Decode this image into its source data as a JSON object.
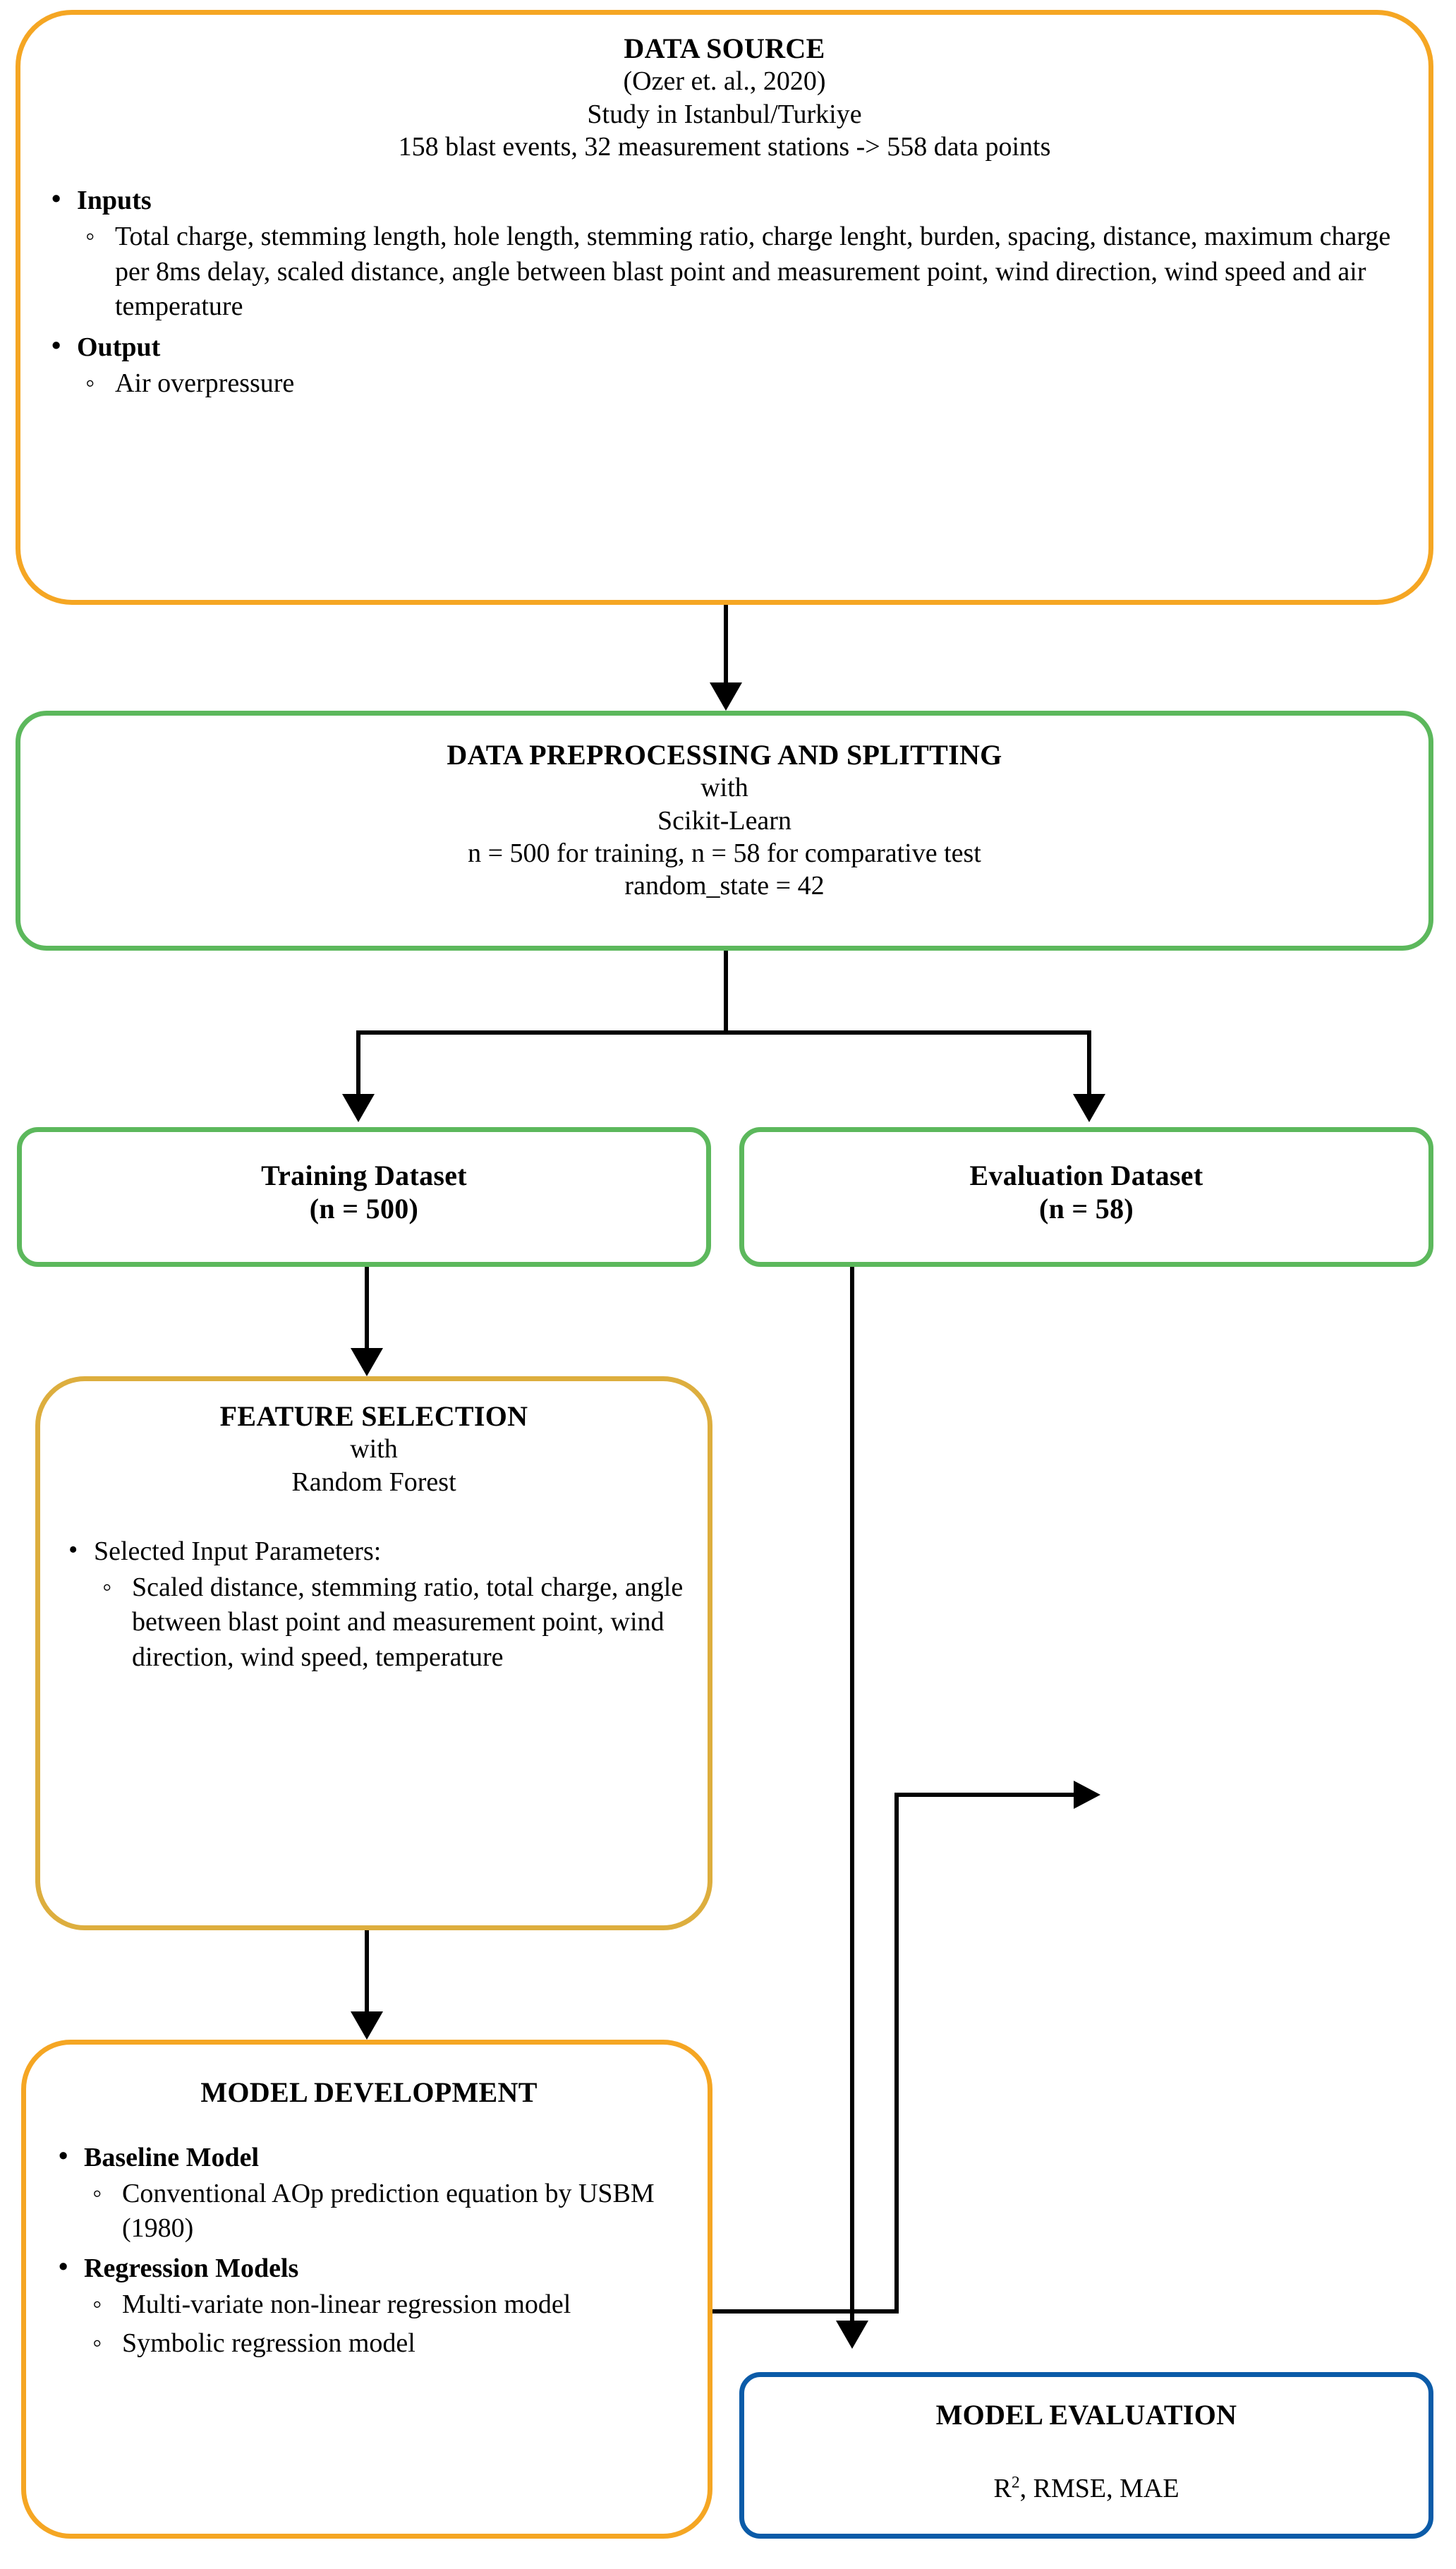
{
  "colors": {
    "orange_strong": "#F5A623",
    "orange_soft": "#DDAE3E",
    "green": "#5CB85C",
    "blue": "#0B5BA8",
    "connector": "#000000",
    "background": "#FFFFFF"
  },
  "data_source": {
    "title": "DATA SOURCE",
    "citation": "(Ozer et. al., 2020)",
    "location": "Study in Istanbul/Turkiye",
    "counts": "158 blast events, 32 measurement stations -> 558 data points",
    "inputs_label": "Inputs",
    "inputs_detail": "Total charge, stemming length, hole length, stemming ratio, charge lenght, burden, spacing, distance, maximum charge per 8ms delay, scaled distance, angle between blast point and measurement point, wind direction, wind speed and air temperature",
    "output_label": "Output",
    "output_detail": "Air overpressure"
  },
  "preprocessing": {
    "title": "DATA PREPROCESSING AND SPLITTING",
    "with": "with",
    "library": "Scikit-Learn",
    "split": "n = 500 for training, n = 58 for comparative test",
    "random_state": "random_state = 42"
  },
  "training_dataset": {
    "title": "Training Dataset",
    "count": "(n = 500)"
  },
  "evaluation_dataset": {
    "title": "Evaluation Dataset",
    "count": "(n = 58)"
  },
  "feature_selection": {
    "title": "FEATURE SELECTION",
    "with": "with",
    "method": "Random Forest",
    "selected_label": "Selected Input Parameters:",
    "selected_detail": "Scaled distance, stemming ratio, total charge, angle between blast point and measurement point, wind direction, wind speed, temperature"
  },
  "model_development": {
    "title": "MODEL DEVELOPMENT",
    "baseline_label": "Baseline Model",
    "baseline_detail": "Conventional AOp prediction equation by USBM (1980)",
    "regression_label": "Regression Models",
    "regression_items": [
      "Multi-variate non-linear regression model",
      "Symbolic regression model"
    ]
  },
  "model_evaluation": {
    "title": "MODEL EVALUATION",
    "metrics_prefix": "R",
    "metrics_exponent": "2",
    "metrics_suffix": ", RMSE, MAE"
  }
}
